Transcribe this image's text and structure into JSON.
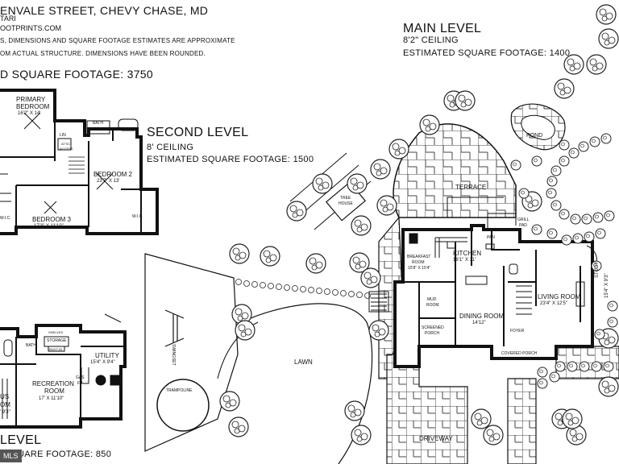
{
  "header": {
    "address": "ENVALE STREET, CHEVY CHASE, MD",
    "agent": "TARI",
    "website": "OOTPRINTS.COM",
    "disclaimer1": "S, DIMENSIONS AND SQUARE FOOTAGE ESTIMATES ARE APPROXIMATE",
    "disclaimer2": "OM ACTUAL STRUCTURE. DIMENSIONS HAVE BEEN ROUNDED.",
    "total": "D SQUARE FOOTAGE: 3750"
  },
  "second_level": {
    "title": "SECOND LEVEL",
    "ceiling": "8' CEILING",
    "sqft": "ESTIMATED SQUARE FOOTAGE: 1500",
    "rooms": {
      "primary_name": "PRIMARY",
      "primary_name2": "BEDROOM",
      "primary_dim": "16'2\" X 14'",
      "bath": "BATH",
      "lin": "LIN",
      "attic": "ATTIC",
      "attic2": "ACCESS",
      "bedroom2": "BEDROOM 2",
      "bedroom2_dim": "23'7\" X 13'",
      "bedroom3": "BEDROOM 3",
      "bedroom3_dim": "17'3\" X 11'10\"",
      "wic": "W.I.C."
    }
  },
  "main_level": {
    "title": "MAIN LEVEL",
    "ceiling": "8'2\" CEILING",
    "sqft": "ESTIMATED SQUARE FOOTAGE: 1400",
    "rooms": {
      "pond": "POND",
      "terrace": "TERRACE",
      "tree_house": "TREE",
      "tree_house2": "HOUSE",
      "grill": "GRILL",
      "grill2": "PAD",
      "kitchen": "KITCHEN",
      "kitchen_dim": "16'1\" X 11'",
      "pan": "PAN",
      "breakfast": "BREAKFAST",
      "breakfast2": "ROOM",
      "breakfast_dim": "15'8\" X 15'4\"",
      "mud": "MUD",
      "mud2": "ROOM",
      "screened": "SCREENED",
      "screened2": "PORCH",
      "dining": "DINING ROOM",
      "dining_dim": "14'12\"",
      "living": "LIVING ROOM",
      "living_dim": "23'4\" X 12'5\"",
      "study": "STUDY",
      "study_dim": "15'4\" X 9'3\"",
      "foyer": "FOYER",
      "covered_porch": "COVERED PORCH",
      "lawn": "LAWN",
      "driveway": "DRIVEWAY",
      "trampoline": "TRAMPOLINE",
      "swingset": "SWINGSET"
    }
  },
  "lower_level": {
    "title": "LEVEL",
    "sqft": "UARE FOOTAGE: 850",
    "rooms": {
      "utility": "UTILITY",
      "utility_dim": "15'4\" X 9'4\"",
      "storage": "STORAGE",
      "shelves": "SHELVES",
      "builtin": "BUILT-IN",
      "bath": "BATH",
      "recreation": "RECREATION",
      "recreation2": "ROOM",
      "recreation_dim": "17' X 11'10\"",
      "us": "US",
      "om": "OM",
      "us_dim": "' 9'3\"",
      "gas": "GAS",
      "fp": "FP"
    }
  },
  "badge": "MLS"
}
